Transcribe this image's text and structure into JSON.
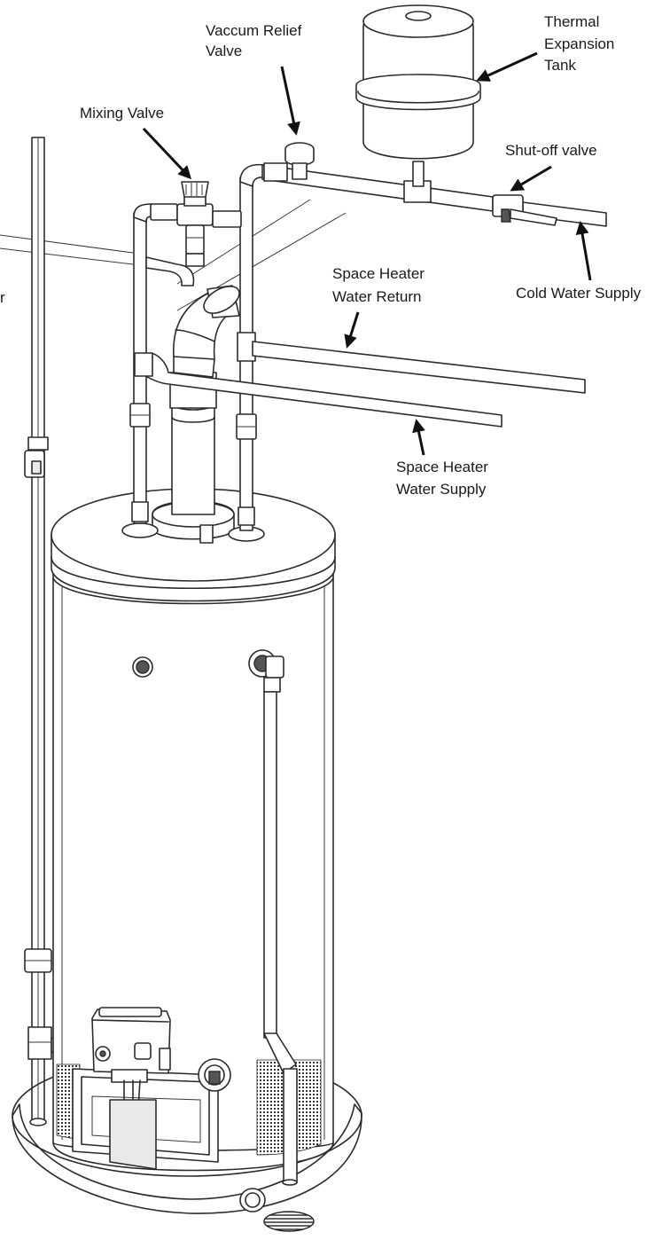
{
  "labels": {
    "vacuum_relief_valve": [
      "Vaccum Relief",
      "Valve"
    ],
    "thermal_expansion_tank": [
      "Thermal",
      "Expansion",
      "Tank"
    ],
    "mixing_valve": [
      "Mixing Valve"
    ],
    "shut_off_valve": [
      "Shut-off valve"
    ],
    "space_heater_water_return": [
      "Space Heater",
      "Water Return"
    ],
    "cold_water_supply": [
      "Cold Water Supply"
    ],
    "space_heater_water_supply": [
      "Space Heater",
      "Water Supply"
    ],
    "cut_off_label_fragment": [
      "r"
    ]
  }
}
